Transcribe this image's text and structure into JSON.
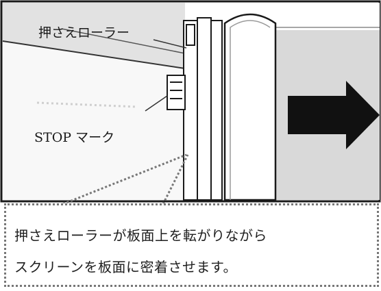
{
  "labels": {
    "roller": "押さえローラー",
    "stop_mark": "STOP マーク"
  },
  "caption": {
    "line1": "押さえローラーが板面上を転がりながら",
    "line2": "スクリーンを板面に密着させます。"
  },
  "icons": {
    "arrow": "arrow-right-icon"
  },
  "colors": {
    "frame": "#1a1a1a",
    "panel_gray": "#d9d9d9",
    "board": "#f7f7f7",
    "arrow": "#111111",
    "dotted": "#777777"
  }
}
